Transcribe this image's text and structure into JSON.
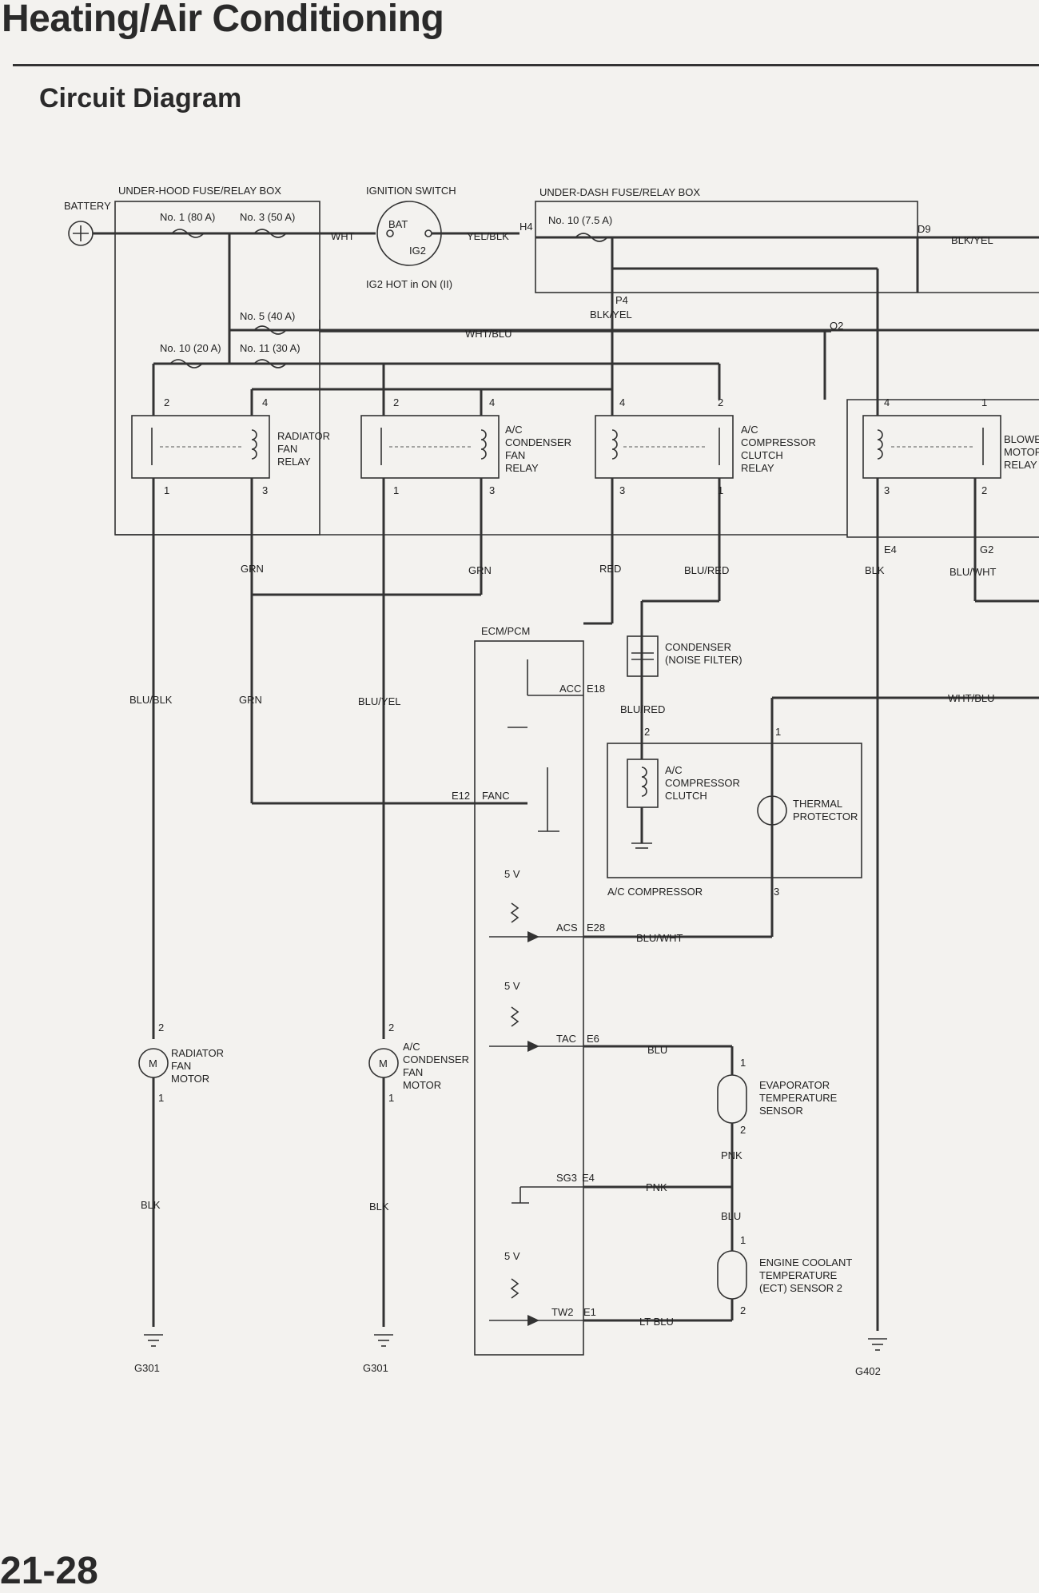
{
  "header": {
    "title": "Heating/Air Conditioning",
    "subtitle": "Circuit Diagram",
    "page_number": "21-28"
  },
  "labels": {
    "battery": "BATTERY",
    "underhood_box": "UNDER-HOOD FUSE/RELAY BOX",
    "ignition_switch": "IGNITION SWITCH",
    "underdash_box": "UNDER-DASH FUSE/RELAY BOX",
    "fuse_no1": "No. 1 (80 A)",
    "fuse_no3": "No. 3 (50 A)",
    "fuse_no5": "No. 5 (40 A)",
    "fuse_no10": "No. 10 (20 A)",
    "fuse_no11": "No. 11 (30 A)",
    "fuse_no10_ud": "No. 10 (7.5 A)",
    "bat": "BAT",
    "ig2": "IG2",
    "ig2_hot": "IG2 HOT in ON (II)",
    "wht": "WHT",
    "yel_blk": "YEL/BLK",
    "h4": "H4",
    "d9": "D9",
    "blk_yel": "BLK/YEL",
    "p4": "P4",
    "blk_yel_p4": "BLK/YEL",
    "o2": "O2",
    "wht_blu": "WHT/BLU",
    "rad_fan_relay": [
      "RADIATOR",
      "FAN",
      "RELAY"
    ],
    "ac_cond_fan_relay": [
      "A/C",
      "CONDENSER",
      "FAN",
      "RELAY"
    ],
    "ac_comp_clutch_relay": [
      "A/C",
      "COMPRESSOR",
      "CLUTCH",
      "RELAY"
    ],
    "blower_motor_relay": [
      "BLOWER",
      "MOTOR",
      "RELAY"
    ],
    "grn": "GRN",
    "red": "RED",
    "blu_red": "BLU/RED",
    "e4": "E4",
    "blk": "BLK",
    "g2": "G2",
    "blu_wht": "BLU/WHT",
    "ecm_pcm": "ECM/PCM",
    "condenser_noise": [
      "CONDENSER",
      "(NOISE FILTER)"
    ],
    "acc": "ACC",
    "e18": "E18",
    "blu_blk": "BLU/BLK",
    "blu_yel": "BLU/YEL",
    "e12": "E12",
    "fanc": "FANC",
    "ac_comp_clutch": [
      "A/C",
      "COMPRESSOR",
      "CLUTCH"
    ],
    "thermal_protector": [
      "THERMAL",
      "PROTECTOR"
    ],
    "ac_compressor": "A/C COMPRESSOR",
    "five_v": "5 V",
    "acs": "ACS",
    "e28": "E28",
    "tac": "TAC",
    "e6": "E6",
    "blu": "BLU",
    "evap_sensor": [
      "EVAPORATOR",
      "TEMPERATURE",
      "SENSOR"
    ],
    "pnk": "PNK",
    "sg3": "SG3",
    "e4b": "E4",
    "ect_sensor": [
      "ENGINE COOLANT",
      "TEMPERATURE",
      "(ECT) SENSOR 2"
    ],
    "tw2": "TW2",
    "e1": "E1",
    "lt_blu": "LT BLU",
    "rad_fan_motor": [
      "RADIATOR",
      "FAN",
      "MOTOR"
    ],
    "ac_cond_fan_motor": [
      "A/C",
      "CONDENSER",
      "FAN",
      "MOTOR"
    ],
    "motor_m": "M",
    "g301a": "G301",
    "g301b": "G301",
    "g402": "G402",
    "pins": {
      "p1": "1",
      "p2": "2",
      "p3": "3",
      "p4": "4"
    }
  }
}
